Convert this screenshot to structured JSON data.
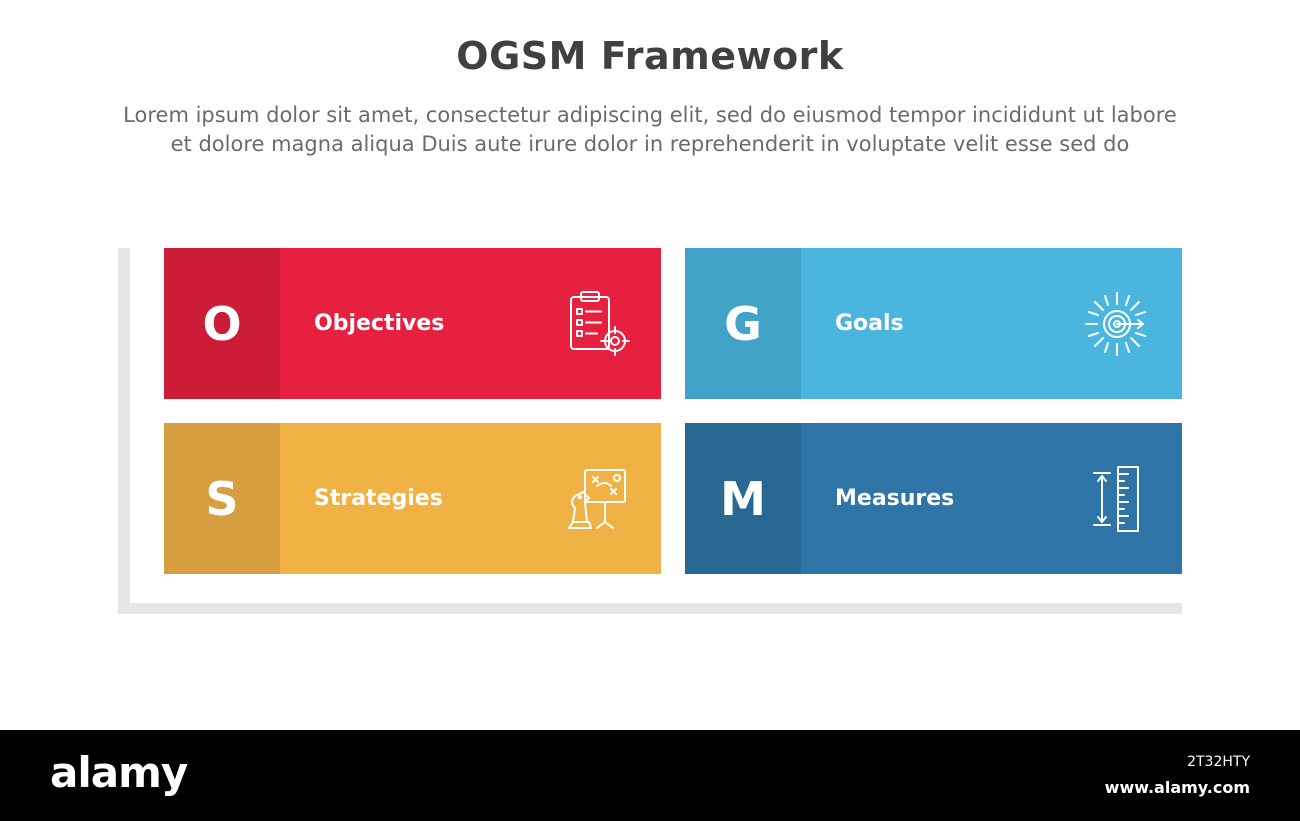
{
  "header": {
    "title": "OGSM Framework",
    "subtitle_line1": "Lorem ipsum dolor sit amet, consectetur adipiscing elit, sed do eiusmod tempor incididunt ut labore",
    "subtitle_line2": "et dolore magna aliqua Duis aute irure dolor in reprehenderit in voluptate velit esse sed do"
  },
  "cards": {
    "objectives": {
      "letter": "O",
      "label": "Objectives",
      "icon": "clipboard-target-icon",
      "main_color": "#e8203f",
      "tab_color": "#cd1c38"
    },
    "goals": {
      "letter": "G",
      "label": "Goals",
      "icon": "target-burst-icon",
      "main_color": "#4ab5de",
      "tab_color": "#41a2c7"
    },
    "strategies": {
      "letter": "S",
      "label": "Strategies",
      "icon": "chess-strategy-board-icon",
      "main_color": "#f0b145",
      "tab_color": "#d79e40"
    },
    "measures": {
      "letter": "M",
      "label": "Measures",
      "icon": "ruler-measure-icon",
      "main_color": "#2e74a6",
      "tab_color": "#296892"
    }
  },
  "watermark": {
    "brand": "alamy",
    "image_id": "2T32HTY",
    "site": "www.alamy.com"
  }
}
